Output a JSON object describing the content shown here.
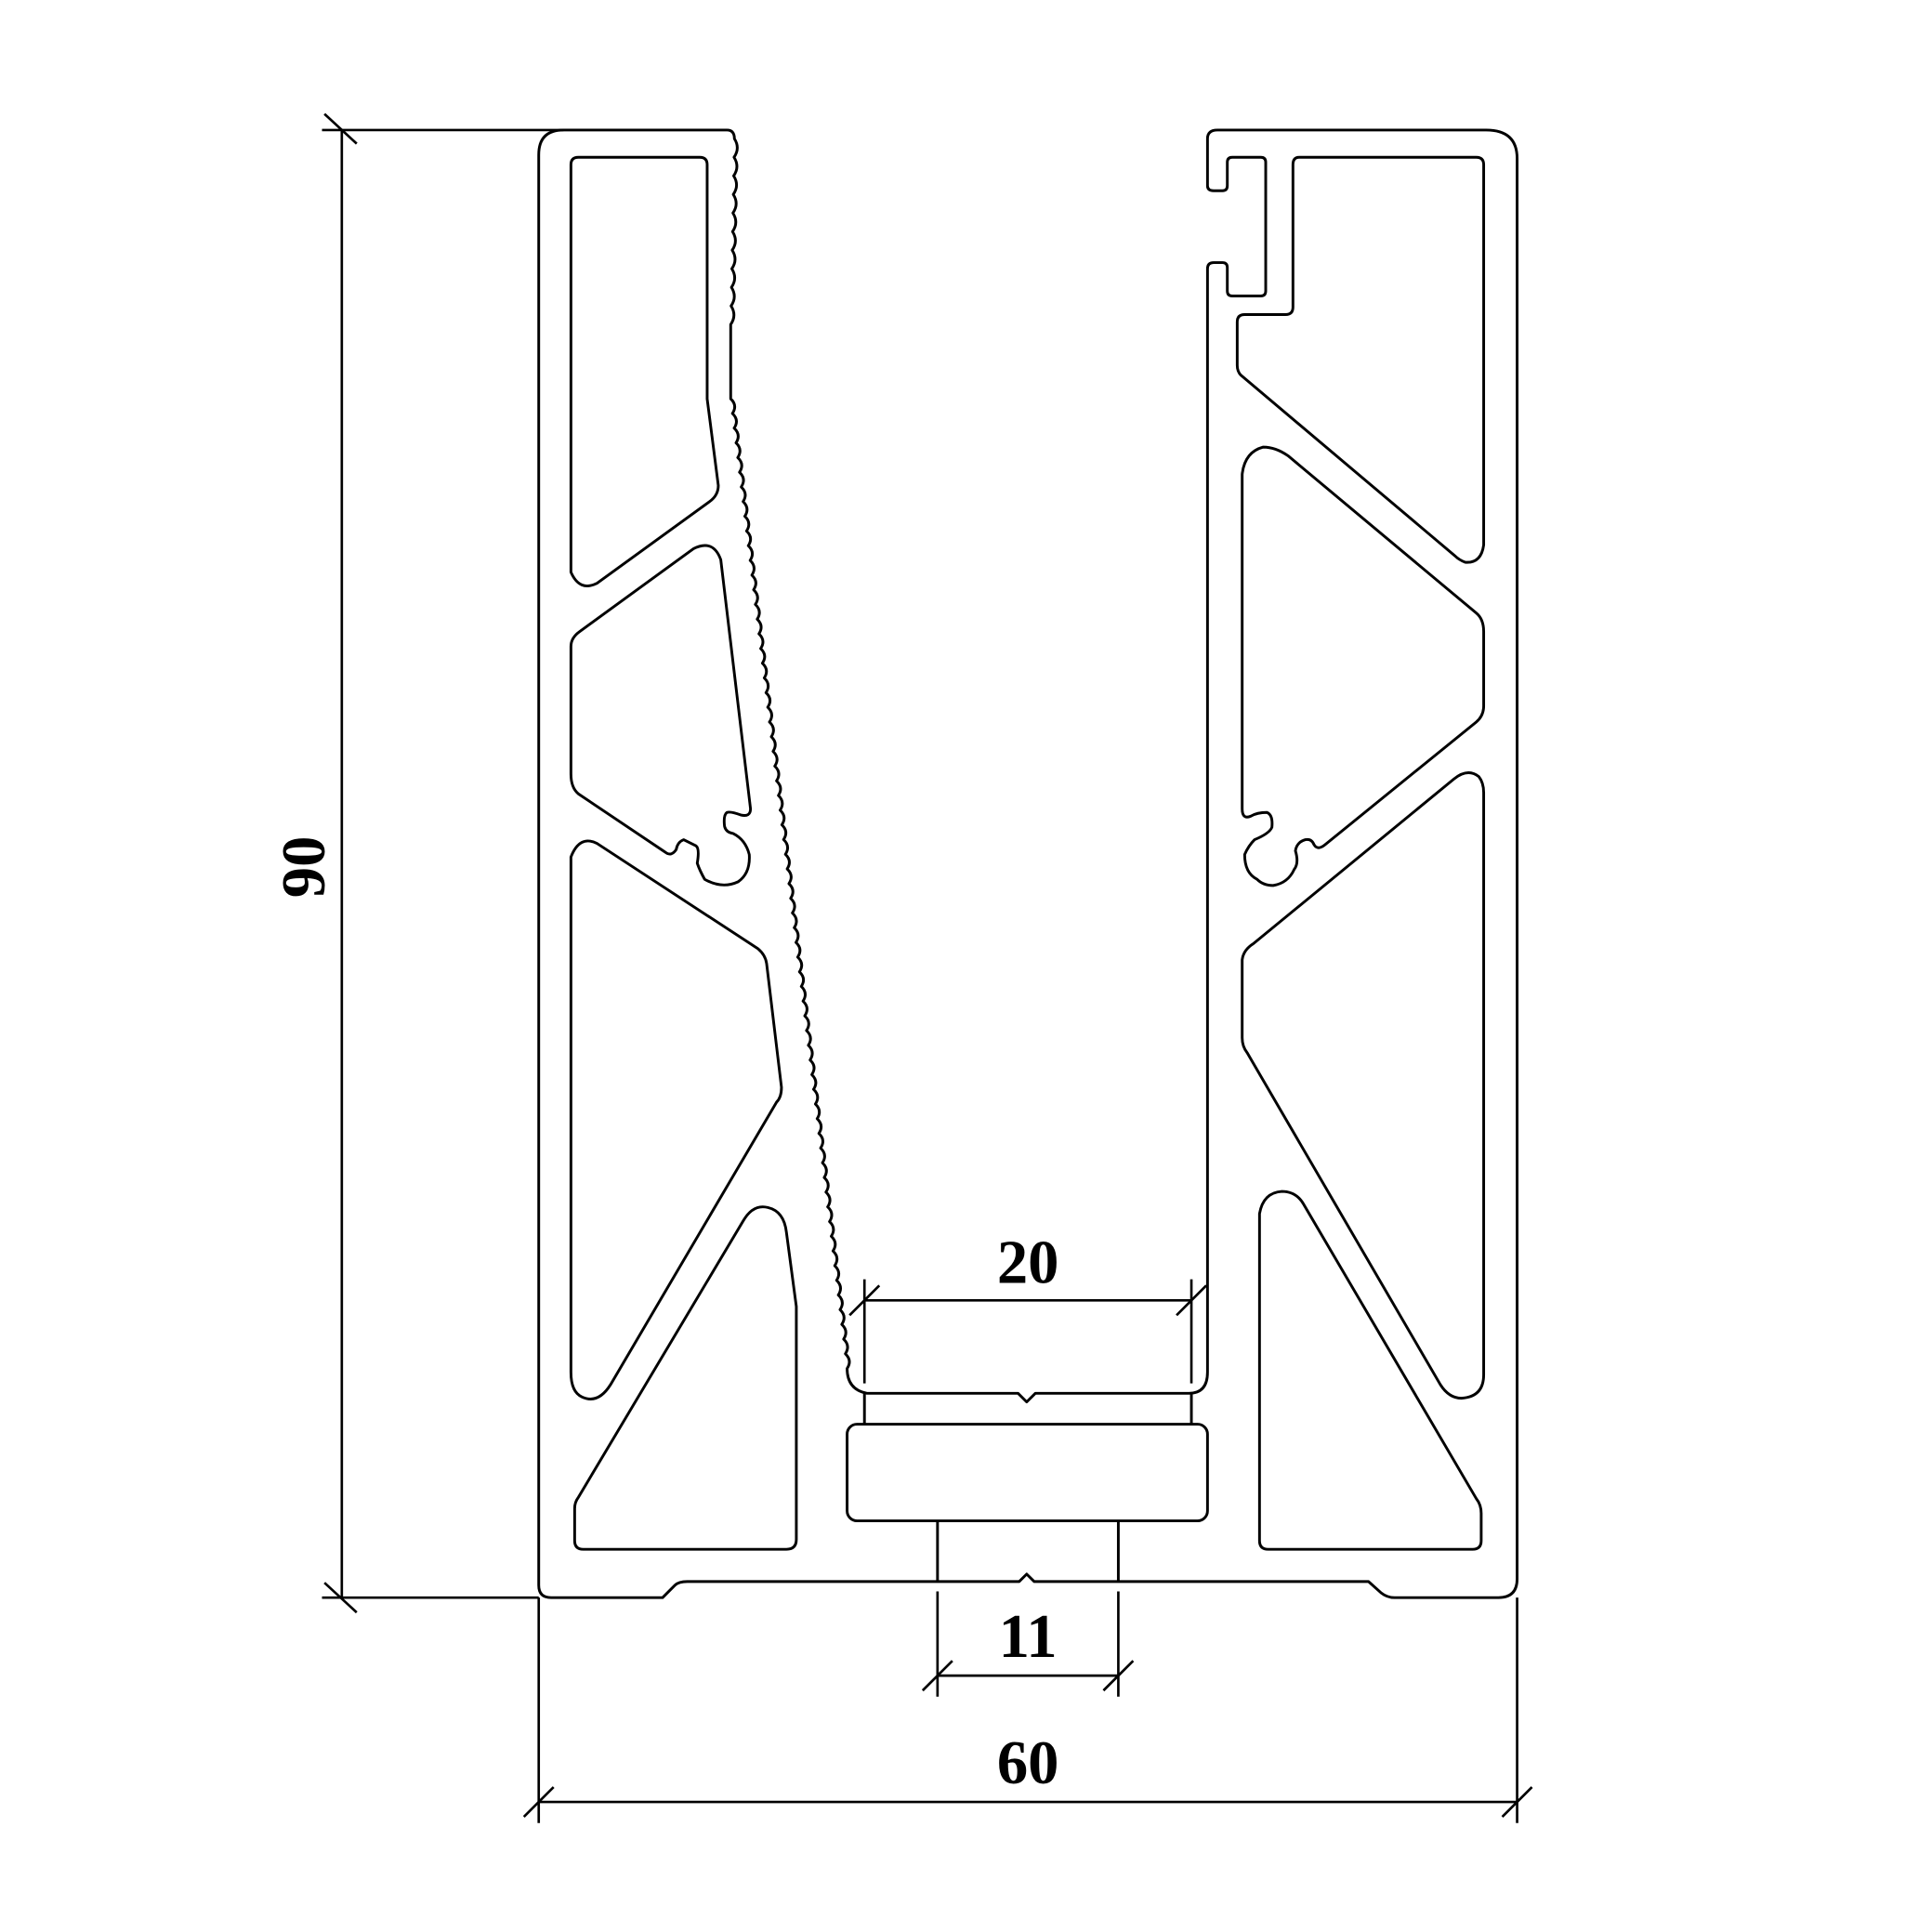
{
  "dimensions": {
    "height": "90",
    "width": "60",
    "channel_width": "20",
    "base_width": "11"
  },
  "colors": {
    "line": "#000000",
    "background": "#ffffff"
  }
}
